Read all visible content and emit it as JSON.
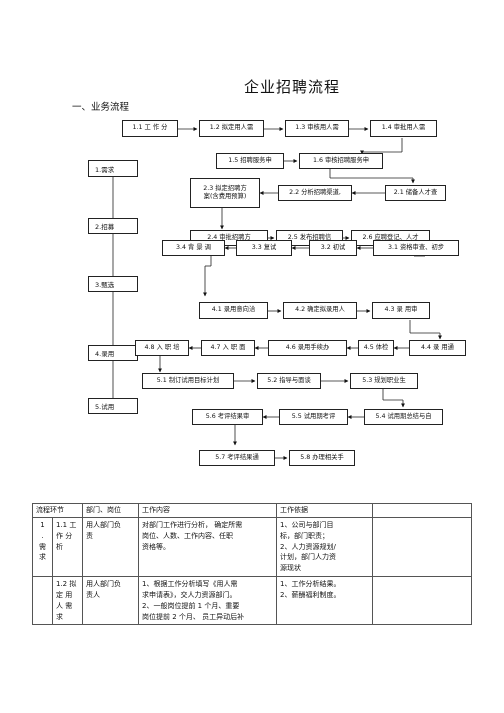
{
  "title": "企业招聘流程",
  "subtitle": "一、业务流程",
  "stages": [
    "1.需求",
    "2.招募",
    "3.甄选",
    "4.录用",
    "5.试用"
  ],
  "steps": {
    "s11": "1.1  工 作 分",
    "s12": "1.2  拟定用人需",
    "s13": "1.3  审核用人需",
    "s14": "1.4  审批用人需",
    "s15": "1.5  招聘服务申",
    "s16": "1.6  审核招聘服务申",
    "s21": "2.1   储备人才查",
    "s22": "2.2  分析招聘渠道,",
    "s23a": "2.3  拟定招聘方",
    "s23b": "案(含费用预算)",
    "s24": "2.4  审批招聘方",
    "s25": "2.5  发布招聘信",
    "s26": "2.6  应聘登记、人才",
    "s31": "3.1  资格审查、初步",
    "s32": "3.2 初试",
    "s33": "3.3 复试",
    "s34": "3.4  背 景 调",
    "s41": "4.1  录用意向洽",
    "s42": "4.2  确定拟录用人",
    "s43": "4.3  录 用审",
    "s44": "4.4  录 用通",
    "s45": "4.5 体检",
    "s46": "4.6  录用手续办",
    "s47": "4.7  入 职 面",
    "s48": "4.8  入 职 培",
    "s51": "5.1 制订试用目标计划",
    "s52": "5.2 指导与面谈",
    "s53": "5.3  规划职业生",
    "s54": "5.4  试用期总结与自",
    "s55": "5.5 试用期考评",
    "s56": "5.6  考评结果审",
    "s57": "5.7  考评结果通",
    "s58": "5.8  办理相关手"
  },
  "table": {
    "headers": [
      "流程环节",
      "部门、岗位",
      "工作内容",
      "工作依据"
    ],
    "rows": [
      {
        "stage": "1\n.\n需\n求",
        "step": "1.1 工\n作 分\n析",
        "dept": "用人部门负\n责",
        "content": "对部门工作进行分析，  确定所需\n岗位、人数、工作内容、任职\n资格等。",
        "basis": "1、公司与部门目\n标，部门职责；\n2、人力资源规划/\n计划，部门人力资\n源现状"
      },
      {
        "stage": "",
        "step": "1.2 拟\n定 用\n人 需\n求",
        "dept": "用人部门负\n责人",
        "content": "1、根据工作分析填写《用人需\n求申请表》，交人力资源部门。\n2、一般岗位提前  1 个月、重要\n岗位提前 2 个月、 员工异动后补",
        "basis": "1、工作分析结果。\n2、薪酬福利制度。"
      }
    ]
  }
}
